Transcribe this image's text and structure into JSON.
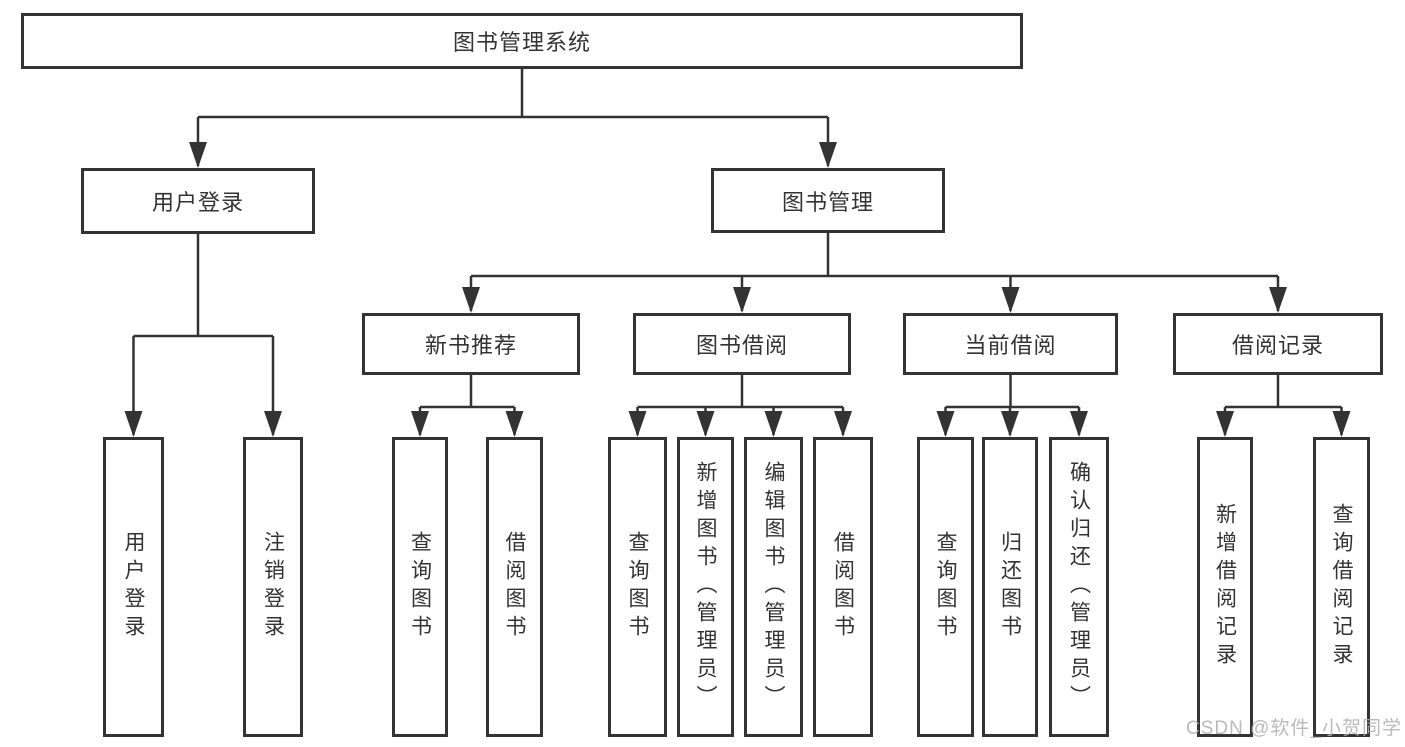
{
  "diagram": {
    "title_note": "functional structure diagram",
    "root": {
      "label": "图书管理系统"
    },
    "branches": [
      {
        "label": "用户登录",
        "leaves": [
          {
            "label": "用户登录"
          },
          {
            "label": "注销登录"
          }
        ]
      },
      {
        "label": "图书管理",
        "groups": [
          {
            "label": "新书推荐",
            "leaves": [
              {
                "label": "查询图书"
              },
              {
                "label": "借阅图书"
              }
            ]
          },
          {
            "label": "图书借阅",
            "leaves": [
              {
                "label": "查询图书"
              },
              {
                "label": "新增图书（管理员）"
              },
              {
                "label": "编辑图书（管理员）"
              },
              {
                "label": "借阅图书"
              }
            ]
          },
          {
            "label": "当前借阅",
            "leaves": [
              {
                "label": "查询图书"
              },
              {
                "label": "归还图书"
              },
              {
                "label": "确认归还（管理员）"
              }
            ]
          },
          {
            "label": "借阅记录",
            "leaves": [
              {
                "label": "新增借阅记录"
              },
              {
                "label": "查询借阅记录"
              }
            ]
          }
        ]
      }
    ],
    "colors": {
      "line": "#333333",
      "box_fill": "#ffffff",
      "text": "#333333",
      "watermark": "#aeaeae"
    },
    "watermark": {
      "text": "CSDN @软件_小贺同学"
    }
  }
}
